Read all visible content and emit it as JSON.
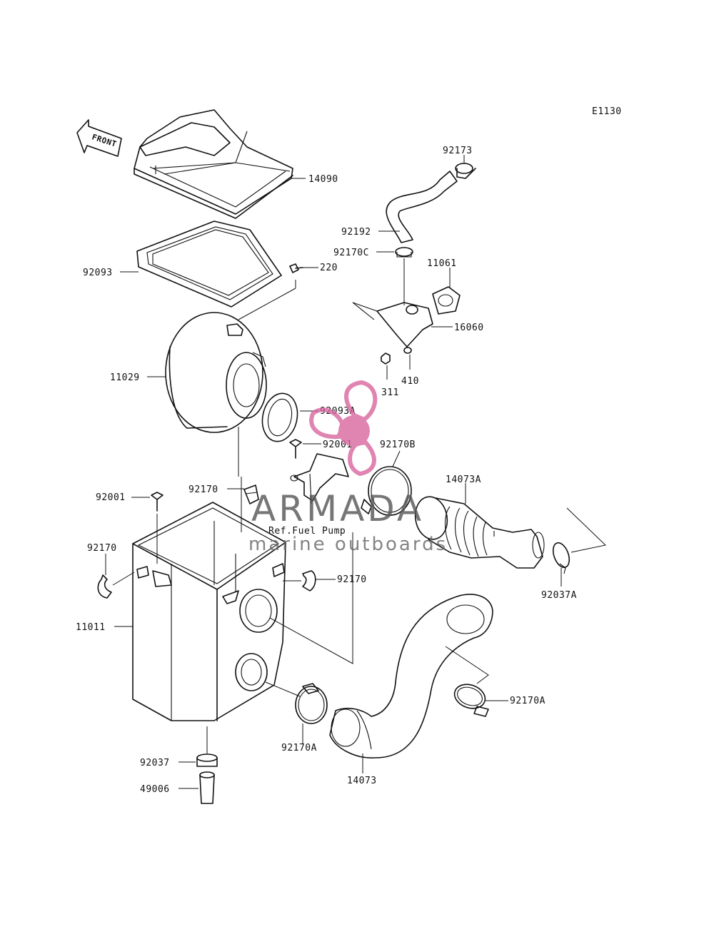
{
  "diagram_code": "E1130",
  "front_label": "FRONT",
  "ref_note": "Ref.Fuel Pump",
  "watermark": {
    "title": "ARMADA",
    "subtitle": "marine outboards",
    "color": "#d9669f"
  },
  "labels": {
    "p14090": "14090",
    "p92093": "92093",
    "p220": "220",
    "p92173": "92173",
    "p92192": "92192",
    "p92170C": "92170C",
    "p11061": "11061",
    "p16060": "16060",
    "p311": "311",
    "p410": "410",
    "p11029": "11029",
    "p92093A": "92093A",
    "p92001a": "92001",
    "p92170B": "92170B",
    "p14073A": "14073A",
    "p92170a": "92170",
    "p92001b": "92001",
    "p92170b": "92170",
    "p92170c": "92170",
    "p92037A": "92037A",
    "p11011": "11011",
    "p92170Aa": "92170A",
    "p92170Ab": "92170A",
    "p92037": "92037",
    "p49006": "49006",
    "p14073": "14073"
  }
}
